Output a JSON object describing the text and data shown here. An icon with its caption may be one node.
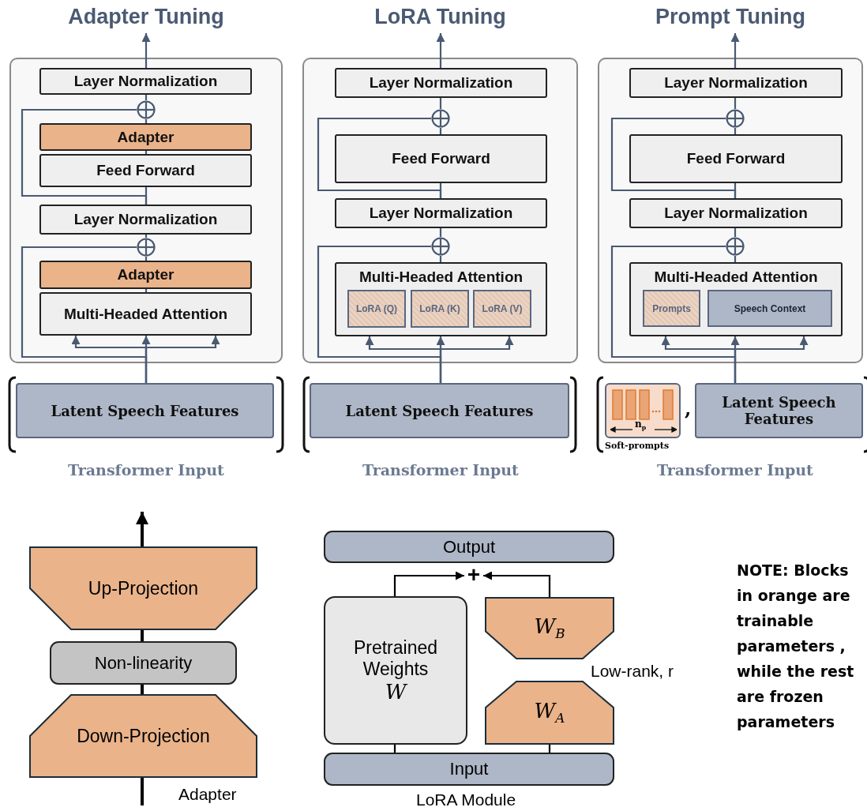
{
  "diagram": {
    "nodes": [
      {
        "text": [
          "Adapter Tuning"
        ]
      },
      {
        "text": [
          "Layer Normalization"
        ],
        "in": 0
      },
      {
        "text": [],
        "shape": "circle",
        "in": 0
      },
      {
        "text": [
          "Adapter"
        ],
        "in": 0
      },
      {
        "text": [
          "Feed Forward"
        ],
        "in": 0
      },
      {
        "text": [
          "Layer Normalization"
        ],
        "in": 0
      },
      {
        "text": [],
        "shape": "circle",
        "in": 0
      },
      {
        "text": [
          "Adapter"
        ],
        "in": 0
      },
      {
        "text": [
          "Multi-Headed Attention"
        ],
        "in": 0
      },
      {
        "text": [
          "Latent Speech Features"
        ]
      },
      {
        "text": [
          "LoRA Tuning"
        ]
      },
      {
        "text": [
          "Layer Normalization"
        ],
        "in": 10
      },
      {
        "text": [],
        "shape": "circle",
        "in": 10
      },
      {
        "text": [
          "Feed Forward"
        ],
        "in": 10
      },
      {
        "text": [
          "Layer Normalization"
        ],
        "in": 10
      },
      {
        "text": [],
        "shape": "circle",
        "in": 10
      },
      {
        "text": [
          "Multi-Headed Attention"
        ],
        "in": 10
      },
      {
        "text": [
          "LoRA (Q)"
        ],
        "in": 16
      },
      {
        "text": [
          "LoRA (K)"
        ],
        "in": 16
      },
      {
        "text": [
          "LoRA (V)"
        ],
        "in": 16
      },
      {
        "text": [
          "Latent Speech Features"
        ]
      },
      {
        "text": [
          "Prompt Tuning"
        ]
      },
      {
        "text": [
          "Layer Normalization"
        ],
        "in": 21
      },
      {
        "text": [],
        "shape": "circle",
        "in": 21
      },
      {
        "text": [
          "Feed Forward"
        ],
        "in": 21
      },
      {
        "text": [
          "Layer Normalization"
        ],
        "in": 21
      },
      {
        "text": [],
        "shape": "circle",
        "in": 21
      },
      {
        "text": [
          "Multi-Headed Attention"
        ],
        "in": 21
      },
      {
        "text": [
          "Prompts"
        ],
        "in": 27
      },
      {
        "text": [
          "Speech Context"
        ],
        "in": 27
      },
      {
        "text": [
          "Soft-prompts"
        ]
      },
      {
        "text": [
          "Latent Speech Features"
        ]
      },
      {
        "text": [
          "Up-Projection"
        ]
      },
      {
        "text": [
          "Non-linearity"
        ]
      },
      {
        "text": [
          "Down-Projection"
        ]
      },
      {
        "text": [
          "Output"
        ]
      },
      {
        "text": [
          "+"
        ]
      },
      {
        "text": [
          "Pretrained Weights",
          "*W*"
        ]
      },
      {
        "text": [
          "*W*$_{B}$"
        ]
      },
      {
        "text": [
          "*W*$_{A}$"
        ]
      },
      {
        "text": [
          "Input"
        ]
      }
    ],
    "edges": [
      {
        "from": 1,
        "to": null,
        "arrow": "to"
      },
      {
        "from": 2,
        "to": 1,
        "arrow": "none"
      },
      {
        "from": 3,
        "to": 2,
        "arrow": "none"
      },
      {
        "from": 4,
        "to": 3,
        "arrow": "none"
      },
      {
        "from": 5,
        "to": 4,
        "arrow": "none"
      },
      {
        "from": 5,
        "to": 2,
        "arrow": "none"
      },
      {
        "from": 6,
        "to": 5,
        "arrow": "none"
      },
      {
        "from": 7,
        "to": 6,
        "arrow": "none"
      },
      {
        "from": 8,
        "to": 7,
        "arrow": "none"
      },
      {
        "from": 9,
        "to": 8,
        "arrow": "to"
      },
      {
        "from": 9,
        "to": 8,
        "arrow": "to"
      },
      {
        "from": 9,
        "to": 8,
        "arrow": "to"
      },
      {
        "from": 9,
        "to": 6,
        "arrow": "none"
      },
      {
        "from": 11,
        "to": null,
        "arrow": "to"
      },
      {
        "from": 12,
        "to": 11,
        "arrow": "none"
      },
      {
        "from": 13,
        "to": 12,
        "arrow": "none"
      },
      {
        "from": 14,
        "to": 13,
        "arrow": "none"
      },
      {
        "from": 14,
        "to": 12,
        "arrow": "none"
      },
      {
        "from": 15,
        "to": 14,
        "arrow": "none"
      },
      {
        "from": 16,
        "to": 15,
        "arrow": "none"
      },
      {
        "from": 20,
        "to": 16,
        "arrow": "to"
      },
      {
        "from": 20,
        "to": 16,
        "arrow": "to"
      },
      {
        "from": 20,
        "to": 16,
        "arrow": "to"
      },
      {
        "from": 20,
        "to": 15,
        "arrow": "none"
      },
      {
        "from": 22,
        "to": null,
        "arrow": "to"
      },
      {
        "from": 23,
        "to": 22,
        "arrow": "none"
      },
      {
        "from": 24,
        "to": 23,
        "arrow": "none"
      },
      {
        "from": 25,
        "to": 24,
        "arrow": "none"
      },
      {
        "from": 25,
        "to": 23,
        "arrow": "none"
      },
      {
        "from": 26,
        "to": 25,
        "arrow": "none"
      },
      {
        "from": 27,
        "to": 26,
        "arrow": "none"
      },
      {
        "from": 31,
        "to": 27,
        "arrow": "to"
      },
      {
        "from": 31,
        "to": 27,
        "arrow": "to"
      },
      {
        "from": 31,
        "to": 27,
        "arrow": "to"
      },
      {
        "from": 31,
        "to": 26,
        "arrow": "none"
      },
      {
        "from": null,
        "to": 34,
        "arrow": "none",
        "style": "thick",
        "color": "#000000"
      },
      {
        "from": 34,
        "to": 33,
        "arrow": "none",
        "style": "thick",
        "color": "#000000"
      },
      {
        "from": 33,
        "to": 32,
        "arrow": "none",
        "style": "thick",
        "color": "#000000"
      },
      {
        "from": 32,
        "to": null,
        "arrow": "to",
        "style": "thick",
        "color": "#000000"
      },
      {
        "from": 40,
        "to": 37,
        "arrow": "none",
        "color": "#000000"
      },
      {
        "from": 40,
        "to": 39,
        "arrow": "none",
        "color": "#000000"
      },
      {
        "from": 37,
        "to": 36,
        "arrow": "to",
        "color": "#000000"
      },
      {
        "from": 38,
        "to": 36,
        "arrow": "to",
        "color": "#000000"
      }
    ],
    "labels": [
      "Transformer Input",
      "Transformer Input",
      "n$_{p}$",
      ",",
      "Transformer Input",
      "Adapter",
      "Low-rank, r",
      "LoRA Module",
      "NOTE: Blocks in orange are trainable parameters , while the rest are frozen parameters"
    ]
  }
}
